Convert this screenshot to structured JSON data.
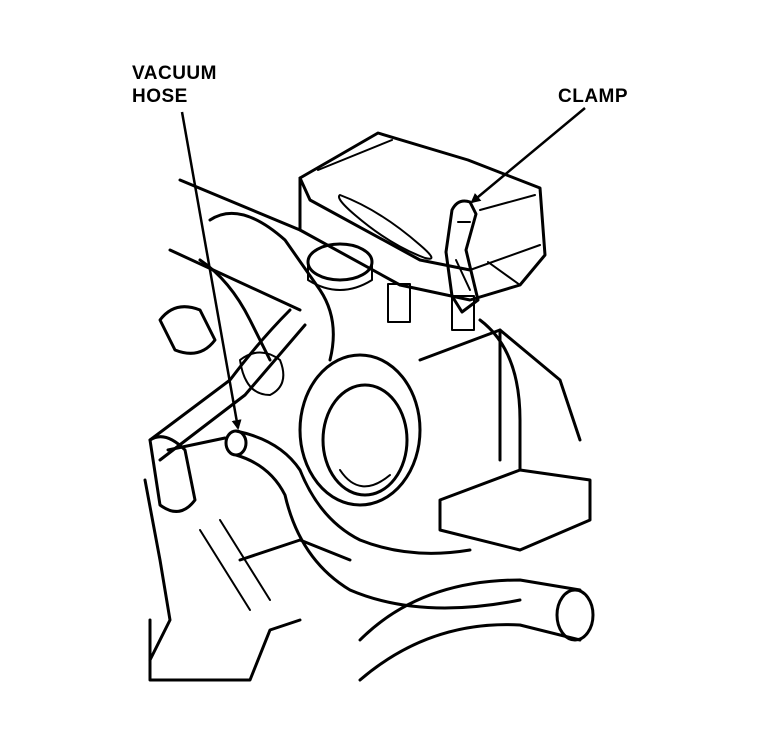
{
  "labels": {
    "vacuum_hose_line1": "VACUUM",
    "vacuum_hose_line2": "HOSE",
    "clamp": "CLAMP"
  },
  "colors": {
    "ink": "#000000",
    "paper": "#ffffff"
  }
}
